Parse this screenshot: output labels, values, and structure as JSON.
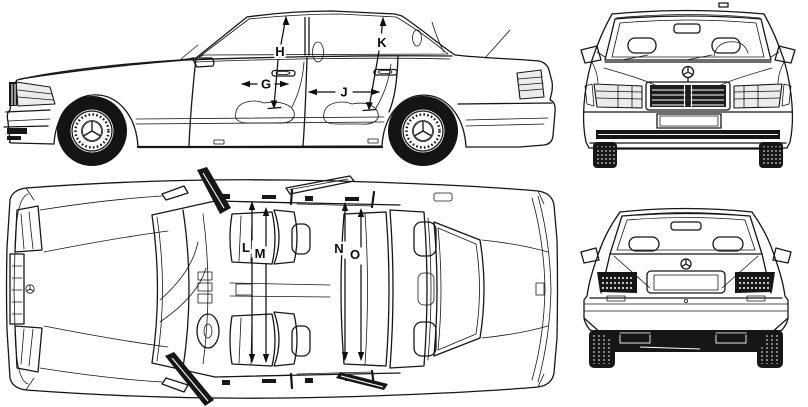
{
  "colors": {
    "background": "#ffffff",
    "ink": "#161616"
  },
  "views": {
    "side": {
      "labels": [
        {
          "id": "H",
          "text": "H"
        },
        {
          "id": "K",
          "text": "K"
        },
        {
          "id": "G",
          "text": "G"
        },
        {
          "id": "J",
          "text": "J"
        }
      ]
    },
    "top": {
      "labels": [
        {
          "id": "L",
          "text": "L"
        },
        {
          "id": "M",
          "text": "M"
        },
        {
          "id": "N",
          "text": "N"
        },
        {
          "id": "O",
          "text": "O"
        }
      ]
    },
    "front": {
      "labels": []
    },
    "rear": {
      "labels": []
    }
  }
}
